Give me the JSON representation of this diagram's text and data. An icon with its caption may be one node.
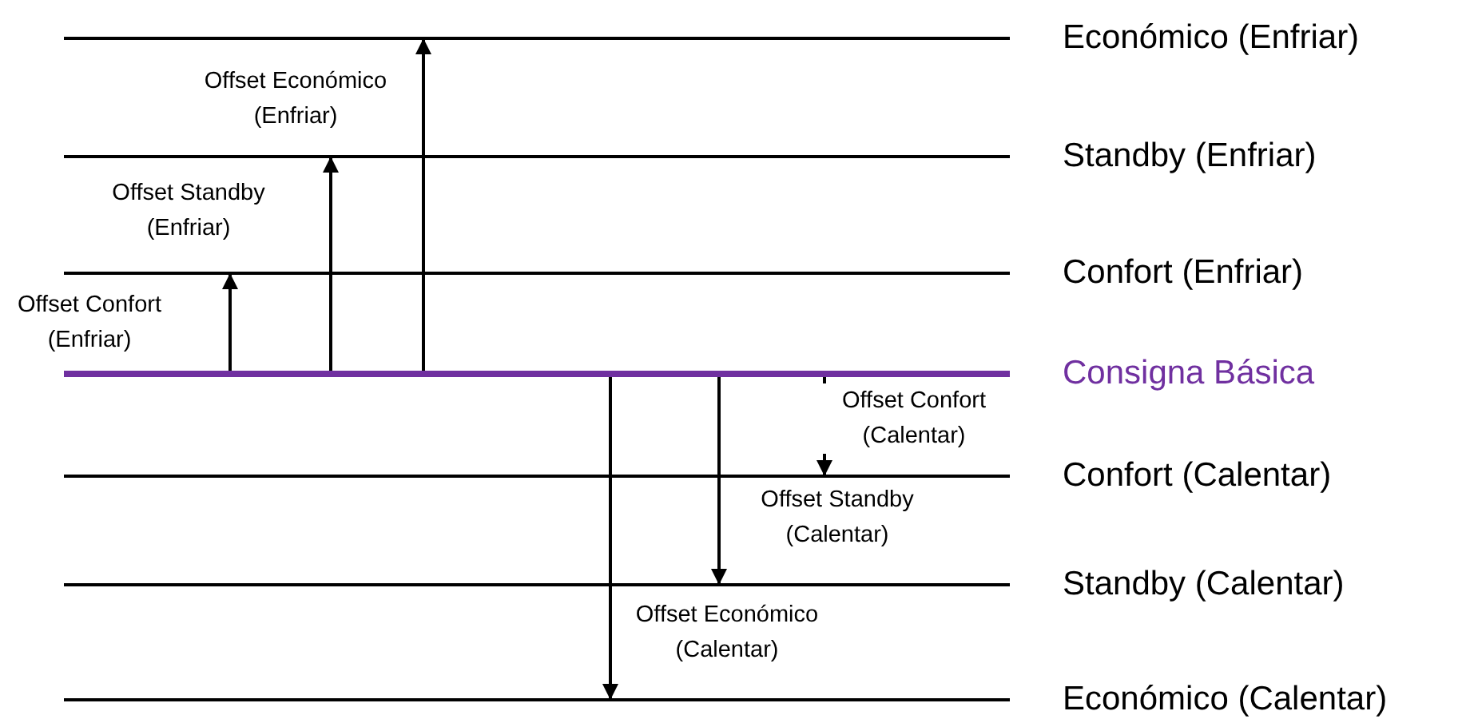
{
  "diagram": {
    "nodes": [
      {
        "text": [
          "Económico (Enfriar)"
        ]
      },
      {
        "text": [
          "Standby (Enfriar)"
        ]
      },
      {
        "text": [
          "Confort (Enfriar)"
        ]
      },
      {
        "text": [
          "Consigna Básica"
        ]
      },
      {
        "text": [
          "Confort (Calentar)"
        ]
      },
      {
        "text": [
          "Standby (Calentar)"
        ]
      },
      {
        "text": [
          "Económico (Calentar)"
        ]
      }
    ],
    "edges": [
      {
        "from": 3,
        "to": 2,
        "arrow": "to",
        "label": "Offset Confort (Enfriar)"
      },
      {
        "from": 3,
        "to": 1,
        "arrow": "to",
        "label": "Offset Standby (Enfriar)"
      },
      {
        "from": 3,
        "to": 0,
        "arrow": "to",
        "label": "Offset Económico (Enfriar)"
      },
      {
        "from": 3,
        "to": 4,
        "arrow": "to",
        "label": "Offset Confort (Calentar)"
      },
      {
        "from": 3,
        "to": 5,
        "arrow": "to",
        "label": "Offset Standby (Calentar)"
      },
      {
        "from": 3,
        "to": 6,
        "arrow": "to",
        "label": "Offset Económico (Calentar)"
      }
    ]
  }
}
